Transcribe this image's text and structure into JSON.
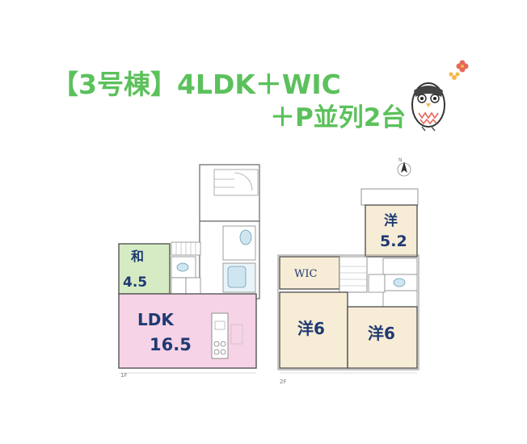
{
  "header": {
    "title_line1": "【3号棟】4LDK＋WIC",
    "title_line2": "＋P並列2台"
  },
  "floor1": {
    "floor_label": "1F",
    "room_washitsu_name": "和",
    "room_washitsu_size": "4.5",
    "room_ldk_name": "LDK",
    "room_ldk_size": "16.5"
  },
  "floor2": {
    "floor_label": "2F",
    "room_wic": "WIC",
    "room_a_name": "洋",
    "room_a_size": "5.2",
    "room_b": "洋6",
    "room_c": "洋6"
  },
  "colors": {
    "title": "#5cc15c",
    "room_label": "#1f3a73",
    "ldk_fill": "#f6d3e6",
    "washitsu_fill": "#d6ebc4",
    "room_fill": "#f7ecd6",
    "wall": "#555555"
  },
  "icons": [
    "owl-mascot-icon",
    "flower-decoration-icon",
    "north-arrow-icon"
  ]
}
